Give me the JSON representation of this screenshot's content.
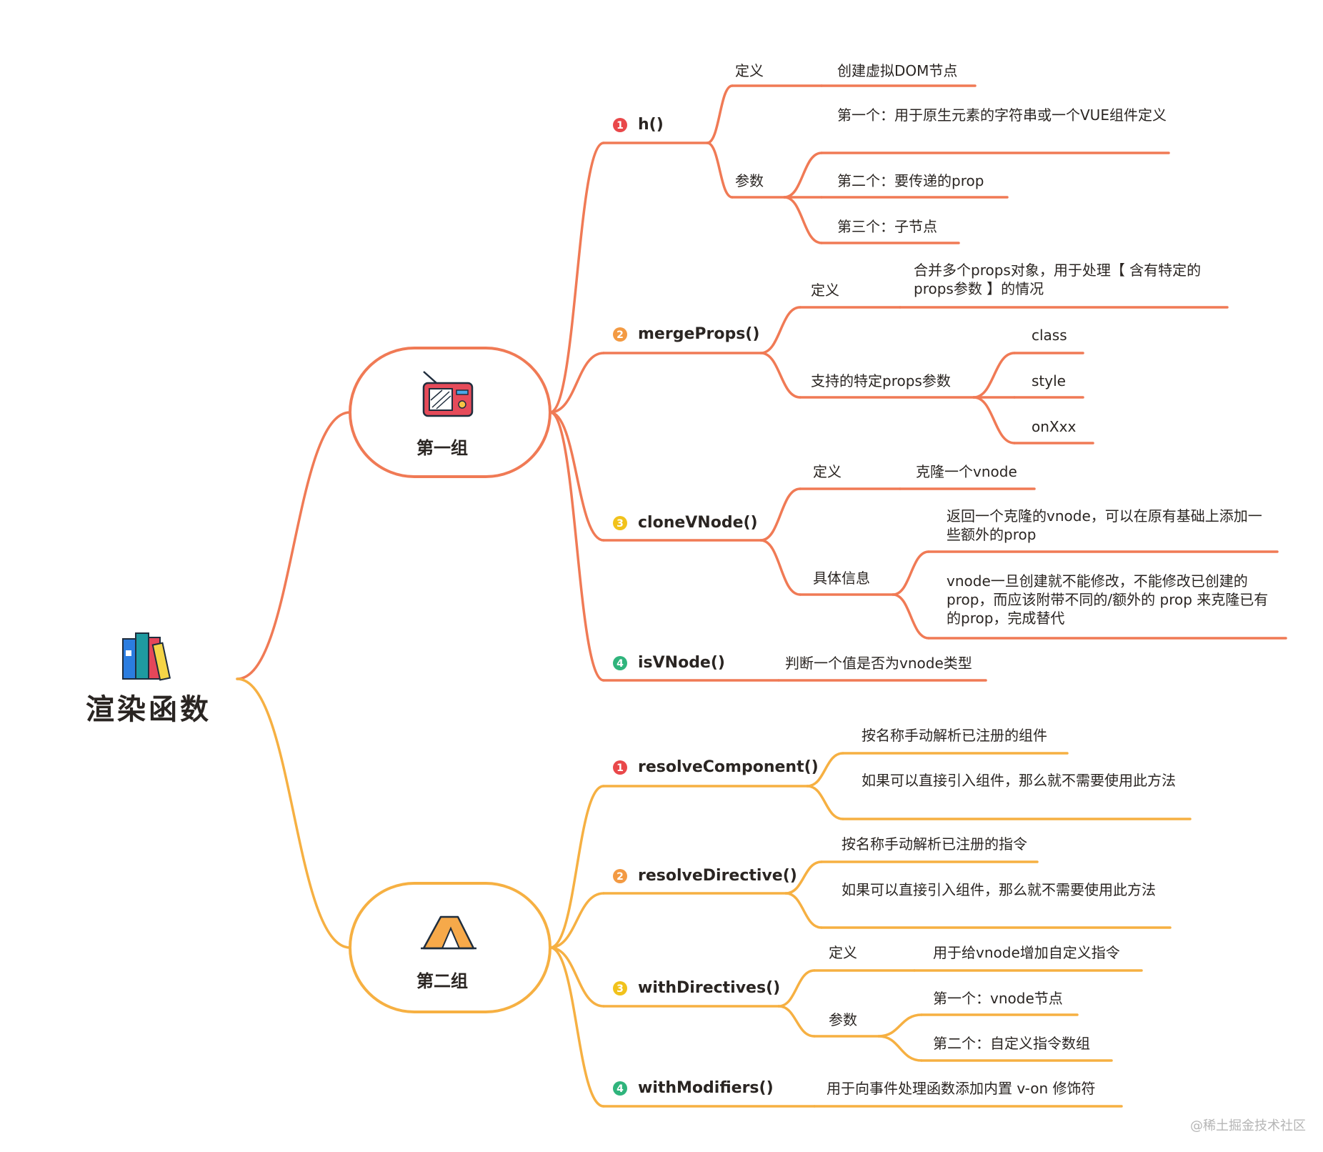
{
  "root": {
    "title": "渲染函数",
    "icon": "books-icon"
  },
  "colors": {
    "group1": "#f07a55",
    "group2": "#f6b042",
    "badge1": "#e9484a",
    "badge2": "#f39a43",
    "badge3": "#f1c21b",
    "badge4": "#2fb47c"
  },
  "group1": {
    "title": "第一组",
    "icon": "radio-icon",
    "items": [
      {
        "badge": "1",
        "name": "h()",
        "def_label": "定义",
        "def_text": "创建虚拟DOM节点",
        "param_label": "参数",
        "params": [
          "第一个：用于原生元素的字符串或一个VUE组件定义",
          "第二个：要传递的prop",
          "第三个：子节点"
        ]
      },
      {
        "badge": "2",
        "name": "mergeProps()",
        "def_label": "定义",
        "def_text": "合并多个props对象，用于处理【 含有特定的 props参数 】的情况",
        "support_label": "支持的特定props参数",
        "support": [
          "class",
          "style",
          "onXxx"
        ]
      },
      {
        "badge": "3",
        "name": "cloneVNode()",
        "def_label": "定义",
        "def_text": "克隆一个vnode",
        "info_label": "具体信息",
        "info": [
          "返回一个克隆的vnode，可以在原有基础上添加一些额外的prop",
          "vnode一旦创建就不能修改，不能修改已创建的prop，而应该附带不同的/额外的 prop 来克隆已有的prop，完成替代"
        ]
      },
      {
        "badge": "4",
        "name": "isVNode()",
        "desc": "判断一个值是否为vnode类型"
      }
    ]
  },
  "group2": {
    "title": "第二组",
    "icon": "tent-icon",
    "items": [
      {
        "badge": "1",
        "name": "resolveComponent()",
        "details": [
          "按名称手动解析已注册的组件",
          "如果可以直接引入组件，那么就不需要使用此方法"
        ]
      },
      {
        "badge": "2",
        "name": "resolveDirective()",
        "details": [
          "按名称手动解析已注册的指令",
          "如果可以直接引入组件，那么就不需要使用此方法"
        ]
      },
      {
        "badge": "3",
        "name": "withDirectives()",
        "def_label": "定义",
        "def_text": "用于给vnode增加自定义指令",
        "param_label": "参数",
        "params": [
          "第一个：vnode节点",
          "第二个：自定义指令数组"
        ]
      },
      {
        "badge": "4",
        "name": "withModifiers()",
        "desc": "用于向事件处理函数添加内置 v-on 修饰符"
      }
    ]
  },
  "watermark": "@稀土掘金技术社区"
}
